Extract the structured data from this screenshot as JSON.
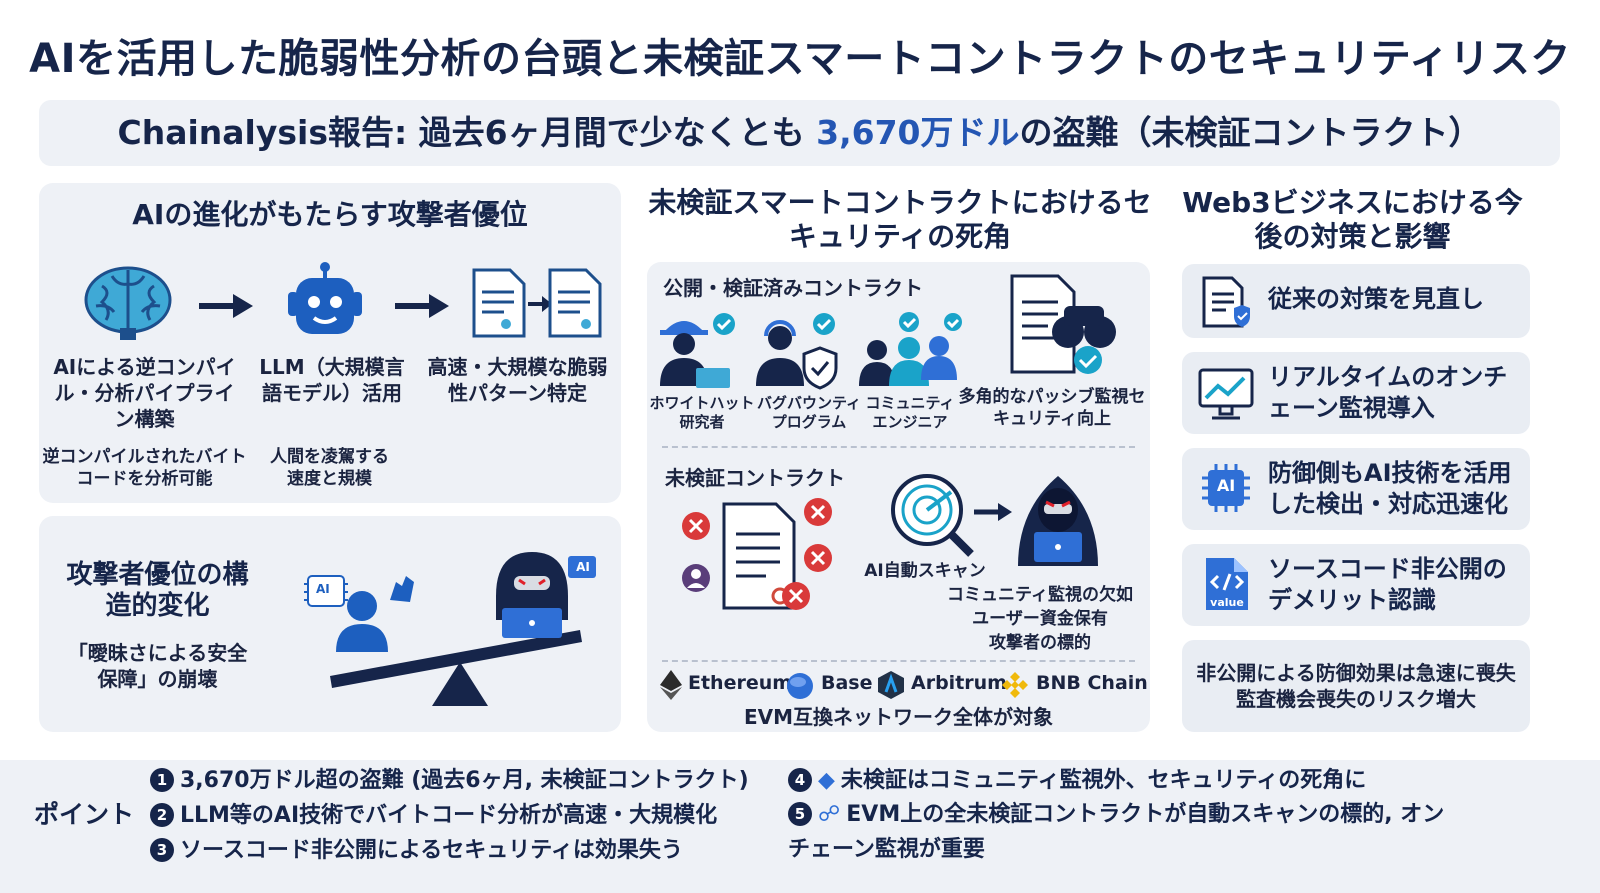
{
  "title": "AIを活用した脆弱性分析の台頭と未検証スマートコントラクトのセキュリティリスク",
  "banner": {
    "prefix": "Chainalysis報告: 過去6ヶ月間で少なくとも ",
    "highlight": "3,670万ドル",
    "suffix": "の盗難（未検証コントラクト）"
  },
  "left": {
    "heading": "AIの進化がもたらす攻撃者優位",
    "steps": [
      {
        "icon": "brain-icon",
        "label": "AIによる逆コンパイル・分析パイプライン構築"
      },
      {
        "icon": "robot-icon",
        "label": "LLM（大規模言語モデル）活用"
      },
      {
        "icon": "document-transfer-icon",
        "label": "高速・大規模な脆弱性パターン特定"
      }
    ],
    "notes": [
      "逆コンパイルされたバイトコードを分析可能",
      "人間を凌駕する速度と規模"
    ],
    "structural": {
      "heading": "攻撃者優位の構造的変化",
      "note": "「曖昧さによる安全保障」の崩壊"
    },
    "badge": "AI"
  },
  "middle": {
    "heading": "未検証スマートコントラクトにおけるセキュリティの死角",
    "verified": {
      "heading": "公開・検証済みコントラクト",
      "actors": [
        "ホワイトハット研究者",
        "バグバウンティプログラム",
        "コミュニティエンジニア"
      ],
      "monitor": "多角的なパッシブ監視セキュリティ向上"
    },
    "unverified": {
      "heading": "未検証コントラクト",
      "scan": "AI自動スキャン",
      "risks": [
        "コミュニティ監視の欠如",
        "ユーザー資金保有",
        "攻撃者の標的"
      ]
    },
    "chains": [
      "Ethereum",
      "Base",
      "Arbitrum",
      "BNB Chain"
    ],
    "chains_note": "EVM互換ネットワーク全体が対象"
  },
  "right": {
    "heading": "Web3ビジネスにおける今後の対策と影響",
    "cards": [
      {
        "icon": "checklist-icon",
        "text": "従来の対策を見直し"
      },
      {
        "icon": "monitor-chart-icon",
        "text": "リアルタイムのオンチェーン監視導入"
      },
      {
        "icon": "ai-chip-icon",
        "text": "防御側もAI技術を活用した検出・対応迅速化"
      },
      {
        "icon": "code-file-icon",
        "text": "ソースコード非公開のデメリット認識"
      }
    ],
    "footnote": "非公開による防御効果は急速に喪失監査機会喪失のリスク増大",
    "code_label": "value"
  },
  "points": {
    "label": "ポイント",
    "items": [
      "3,670万ドル超の盗難 (過去6ヶ月, 未検証コントラクト)",
      "LLM等のAI技術でバイトコード分析が高速・大規模化",
      "ソースコード非公開によるセキュリティは効果失う",
      "未検証はコミュニティ監視外、セキュリティの死角に",
      "EVM上の全未検証コントラクトが自動スキャンの標的, オンチェーン監視が重要"
    ],
    "numbers": [
      "1",
      "2",
      "3",
      "4",
      "5"
    ]
  }
}
